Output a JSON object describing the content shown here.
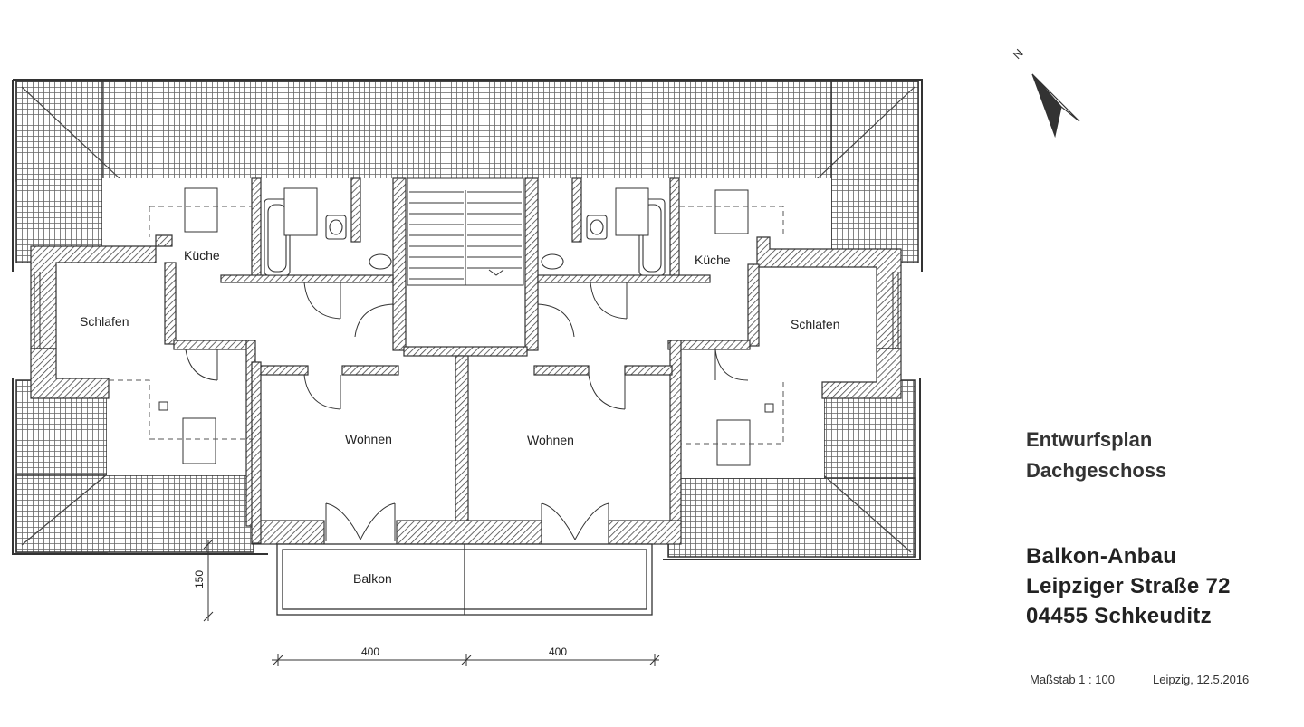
{
  "rooms": {
    "kitchen_left": "Küche",
    "kitchen_right": "Küche",
    "bedroom_left": "Schlafen",
    "bedroom_right": "Schlafen",
    "living_left": "Wohnen",
    "living_right": "Wohnen",
    "balcony": "Balkon"
  },
  "dimensions": {
    "balcony_depth": "150",
    "width_left": "400",
    "width_right": "400"
  },
  "title": {
    "line1": "Entwurfsplan",
    "line2": "Dachgeschoss"
  },
  "project": {
    "line1": "Balkon-Anbau",
    "line2": "Leipziger Straße 72",
    "line3": "04455 Schkeuditz"
  },
  "footer": {
    "scale": "Maßstab 1 : 100",
    "place_date": "Leipzig, 12.5.2016"
  },
  "north_arrow": {
    "label": "N",
    "icon": "north-arrow-icon"
  }
}
